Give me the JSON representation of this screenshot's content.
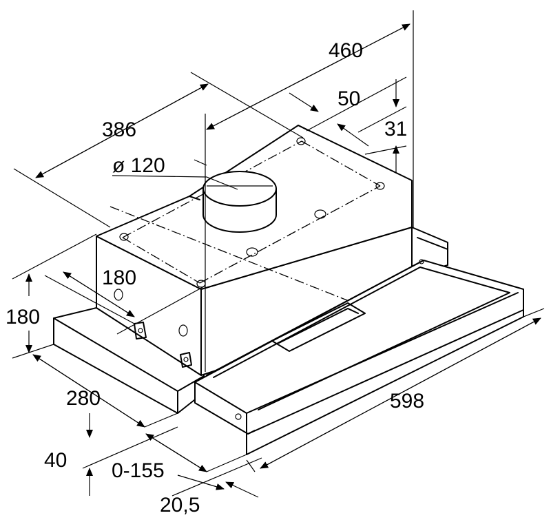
{
  "dimensions": {
    "width_total": "598",
    "depth_top": "460",
    "depth_body": "386",
    "offset_back": "50",
    "offset_side": "31",
    "duct_diameter": "ø 120",
    "height_inner": "180",
    "height_total": "180",
    "depth_base": "280",
    "front_height": "40",
    "extension_range": "0-155",
    "front_panel": "20,5"
  }
}
